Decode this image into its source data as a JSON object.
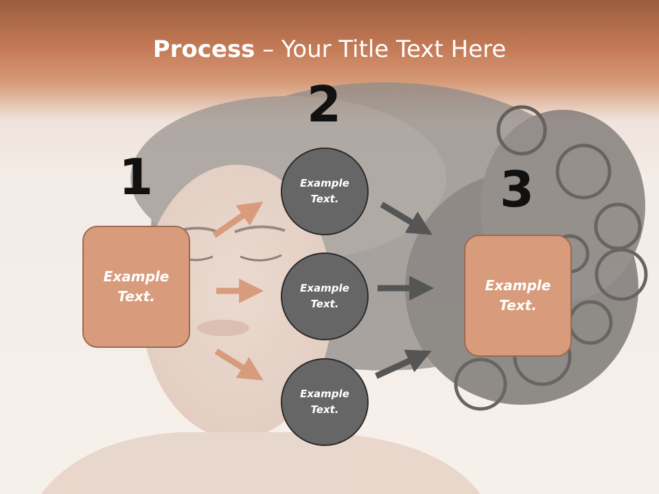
{
  "title": {
    "bold": "Process",
    "rest": " – Your Title Text Here"
  },
  "steps": {
    "one": "1",
    "two": "2",
    "three": "3"
  },
  "left_box": {
    "line1": "Example",
    "line2": "Text."
  },
  "right_box": {
    "line1": "Example",
    "line2": "Text."
  },
  "circles": [
    {
      "line1": "Example",
      "line2": "Text."
    },
    {
      "line1": "Example",
      "line2": "Text."
    },
    {
      "line1": "Example",
      "line2": "Text."
    }
  ],
  "colors": {
    "header": "#c47a56",
    "box_fill": "#d89c7c",
    "circle_fill": "#666666",
    "arrow_left": "#d89c7c",
    "arrow_right": "#555555"
  }
}
